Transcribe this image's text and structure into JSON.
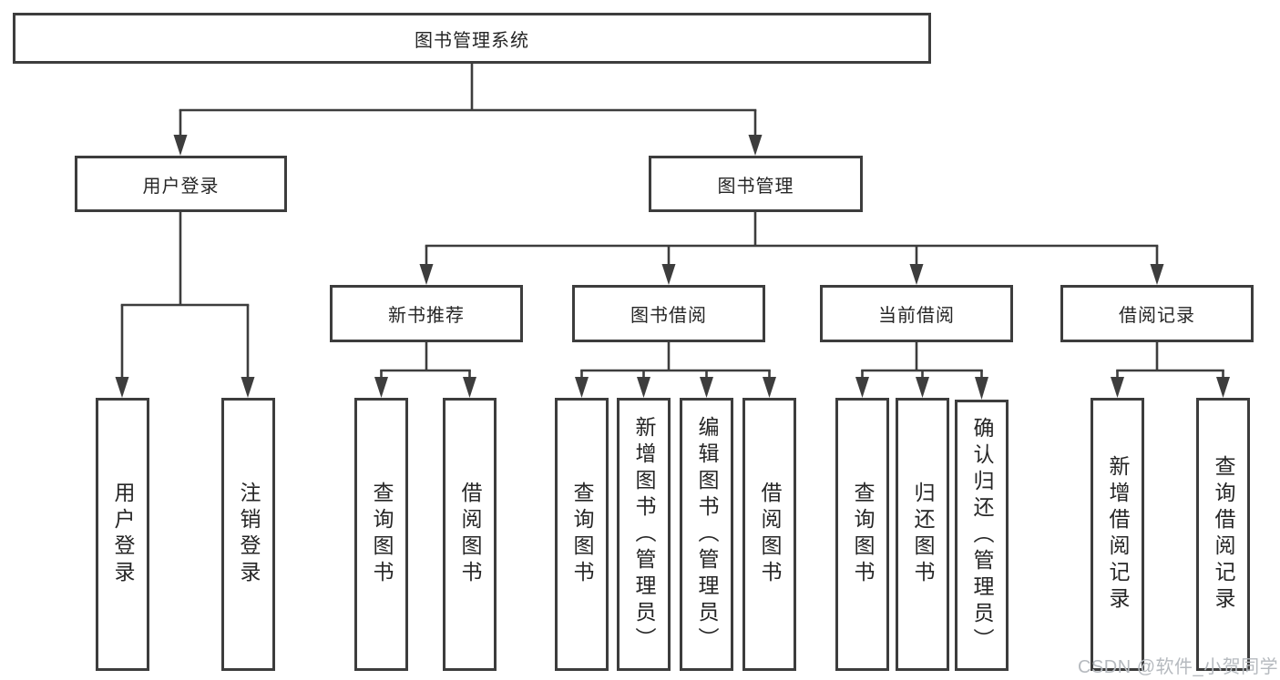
{
  "diagram": {
    "title": "图书管理系统",
    "nodes": {
      "root": "图书管理系统",
      "level2": [
        "用户登录",
        "图书管理"
      ],
      "level3": [
        "新书推荐",
        "图书借阅",
        "当前借阅",
        "借阅记录"
      ],
      "leaves": [
        "用户登录",
        "注销登录",
        "查询图书",
        "借阅图书",
        "查询图书",
        "新增图书（管理员）",
        "编辑图书（管理员）",
        "借阅图书",
        "查询图书",
        "归还图书",
        "确认归还（管理员）",
        "新增借阅记录",
        "查询借阅记录"
      ]
    },
    "colors": {
      "line": "#3d3d3d",
      "text": "#262626",
      "background": "#ffffff",
      "watermark": "#b6babf"
    }
  },
  "watermark": {
    "text": "CSDN @软件_小贺同学"
  }
}
